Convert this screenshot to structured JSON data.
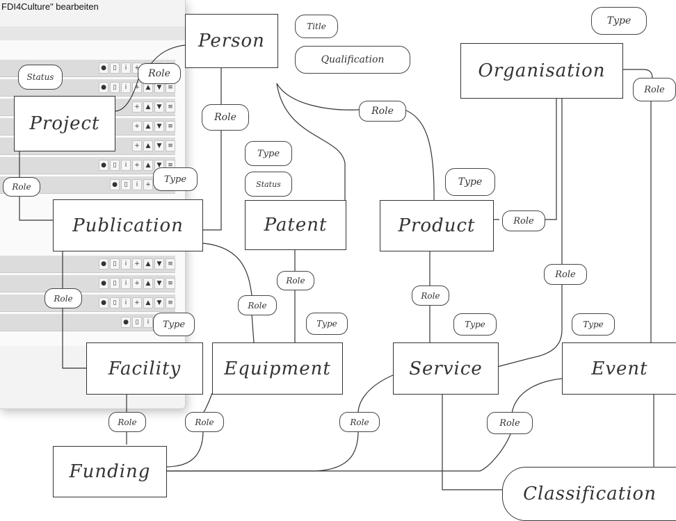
{
  "editor": {
    "title": "FDI4Culture\" bearbeiten"
  },
  "entities": {
    "person": "Person",
    "project": "Project",
    "organisation": "Organisation",
    "publication": "Publication",
    "patent": "Patent",
    "product": "Product",
    "facility": "Facility",
    "equipment": "Equipment",
    "service": "Service",
    "event": "Event",
    "funding": "Funding",
    "classification": "Classification"
  },
  "attributes": {
    "title": "Title",
    "qualification": "Qualification",
    "type": "Type",
    "status": "Status",
    "role": "Role"
  },
  "colors": {
    "line": "#333333",
    "box_border": "#333333",
    "editor_row": "#dcdcdc"
  }
}
